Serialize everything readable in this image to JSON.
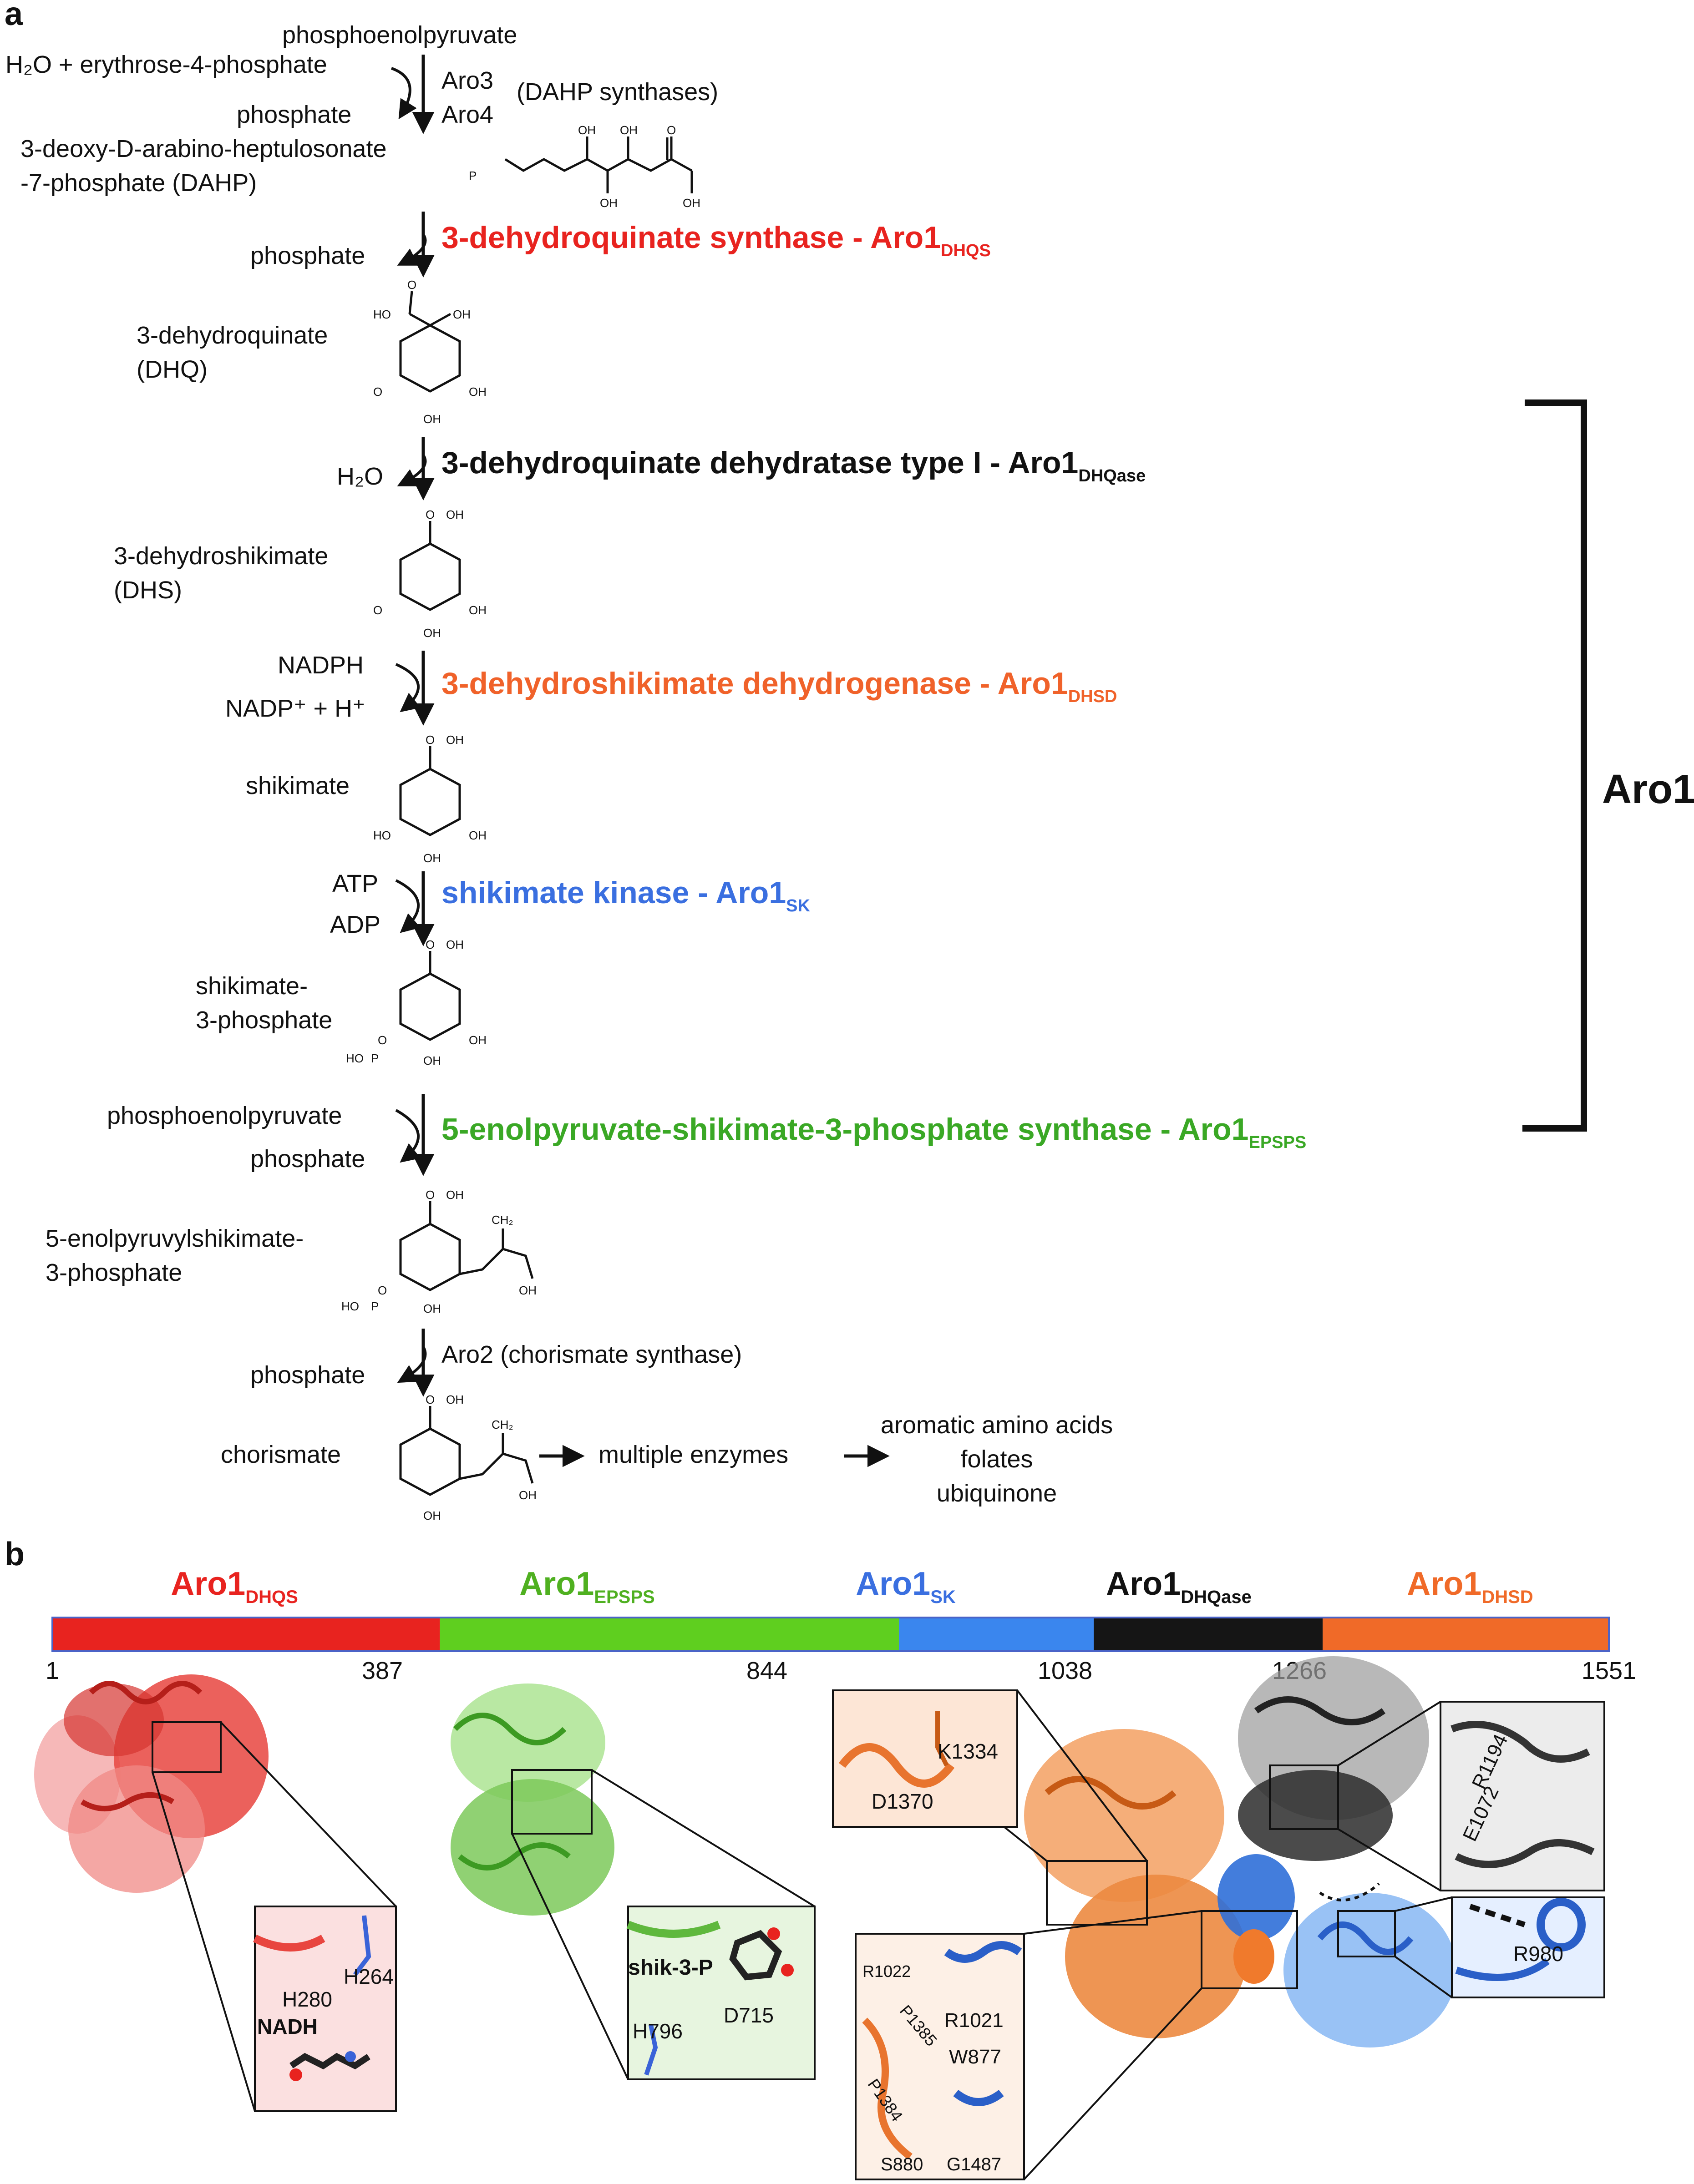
{
  "panel_a": {
    "label": "a",
    "dahp": {
      "pep": "phosphoenolpyruvate",
      "in": "H₂O + erythrose-4-phosphate",
      "out": "phosphate",
      "enz1": "Aro3",
      "enz2": "Aro4",
      "note": "(DAHP synthases)",
      "product_line1": "3-deoxy-D-arabino-heptulosonate",
      "product_line2": "-7-phosphate (DAHP)"
    },
    "steps": [
      {
        "side": "phosphate",
        "enzyme": "3-dehydroquinate synthase - Aro1",
        "sub": "DHQS",
        "color": "#e8231f"
      },
      {
        "side": "H₂O",
        "enzyme": "3-dehydroquinate dehydratase type I - Aro1",
        "sub": "DHQase",
        "color": "#111111"
      },
      {
        "side_top": "NADPH",
        "side": "NADP⁺ + H⁺",
        "enzyme": "3-dehydroshikimate dehydrogenase - Aro1",
        "sub": "DHSD",
        "color": "#f0622a"
      },
      {
        "side_top": "ATP",
        "side": "ADP",
        "enzyme": "shikimate kinase - Aro1",
        "sub": "SK",
        "color": "#3a6fe0"
      },
      {
        "side_top": "phosphoenolpyruvate",
        "side": "phosphate",
        "enzyme": "5-enolpyruvate-shikimate-3-phosphate synthase - Aro1",
        "sub": "EPSPS",
        "color": "#3aa825"
      }
    ],
    "compounds": {
      "dhq": [
        "3-dehydroquinate",
        "(DHQ)"
      ],
      "dhs": [
        "3-dehydroshikimate",
        "(DHS)"
      ],
      "shikimate": [
        "shikimate"
      ],
      "s3p": [
        "shikimate-",
        "3-phosphate"
      ],
      "epsp": [
        "5-enolpyruvylshikimate-",
        "3-phosphate"
      ],
      "chorismate": [
        "chorismate"
      ]
    },
    "aro2": {
      "side": "phosphate",
      "enzyme": "Aro2 (chorismate synthase)"
    },
    "downstream": {
      "mid": "multiple enzymes",
      "products": [
        "aromatic amino acids",
        "folates",
        "ubiquinone"
      ]
    },
    "bracket_label": "Aro1",
    "chem_atoms": {
      "oh": "OH",
      "o": "O",
      "ho": "HO",
      "p": "P",
      "ch2": "CH₂"
    }
  },
  "panel_b": {
    "label": "b",
    "domains": [
      {
        "name": "Aro1",
        "sub": "DHQS",
        "color": "#e8231f",
        "start": 1,
        "end": 387
      },
      {
        "name": "Aro1",
        "sub": "EPSPS",
        "color": "#5fcf1f",
        "start": 387,
        "end": 844
      },
      {
        "name": "Aro1",
        "sub": "SK",
        "color": "#3a86ee",
        "start": 844,
        "end": 1038
      },
      {
        "name": "Aro1",
        "sub": "DHQase",
        "color": "#151515",
        "start": 1038,
        "end": 1266
      },
      {
        "name": "Aro1",
        "sub": "DHSD",
        "color": "#f06a28",
        "start": 1266,
        "end": 1551
      }
    ],
    "ticks": [
      "1",
      "387",
      "844",
      "1038",
      "1266",
      "1551"
    ],
    "insets": {
      "dhqs": [
        "H264",
        "H280",
        "NADH"
      ],
      "epsps": [
        "shik-3-P",
        "H796",
        "D715"
      ],
      "dhsd": [
        "K1334",
        "D1370"
      ],
      "dhqase": [
        "R1194",
        "E1072"
      ],
      "interface": [
        "R1022",
        "P1385",
        "R1021",
        "W877",
        "P1384",
        "S880",
        "G1487"
      ],
      "sk": [
        "R980"
      ]
    }
  }
}
